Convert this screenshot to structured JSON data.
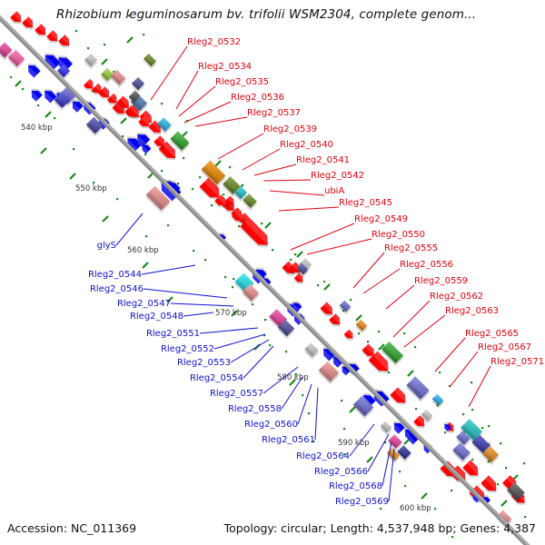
{
  "header": {
    "title": "Rhizobium leguminosarum bv. trifolii WSM2304, complete genom..."
  },
  "footer": {
    "accession": "Accession: NC_011369",
    "summary": "Topology: circular; Length: 4,537,948 bp; Genes: 4,387"
  },
  "map": {
    "backbone_color": "#8a8a8a",
    "forward_label_color": "#e0000f",
    "reverse_label_color": "#1010d0",
    "tick_color": "#1a8a1a",
    "scale_labels": [
      "540 kbp",
      "550 kbp",
      "560 kbp",
      "570 kbp",
      "580 kbp",
      "590 kbp",
      "600 kbp"
    ],
    "forward_labels": [
      "Rleg2_0532",
      "Rleg2_0534",
      "Rleg2_0535",
      "Rleg2_0536",
      "Rleg2_0537",
      "Rleg2_0539",
      "Rleg2_0540",
      "Rleg2_0541",
      "Rleg2_0542",
      "ubiA",
      "Rleg2_0545",
      "Rleg2_0549",
      "Rleg2_0550",
      "Rleg2_0555",
      "Rleg2_0556",
      "Rleg2_0559",
      "Rleg2_0562",
      "Rleg2_0563",
      "Rleg2_0565",
      "Rleg2_0567",
      "Rleg2_0571"
    ],
    "reverse_labels": [
      "glyS",
      "Rleg2_0544",
      "Rleg2_0546",
      "Rleg2_0547",
      "Rleg2_0548",
      "Rleg2_0551",
      "Rleg2_0552",
      "Rleg2_0553",
      "Rleg2_0554",
      "Rleg2_0557",
      "Rleg2_0558",
      "Rleg2_0560",
      "Rleg2_0561",
      "Rleg2_0564",
      "Rleg2_0566",
      "Rleg2_0568",
      "Rleg2_0569"
    ]
  }
}
